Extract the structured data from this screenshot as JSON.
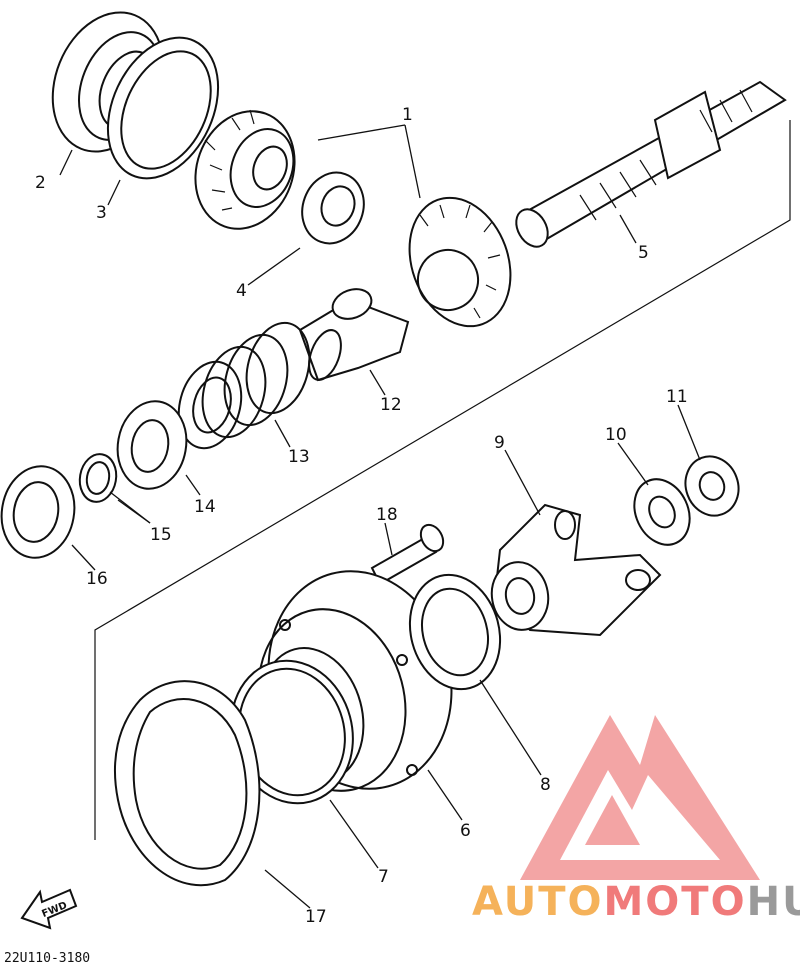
{
  "diagram": {
    "part_labels": {
      "p1": "1",
      "p2": "2",
      "p3": "3",
      "p4": "4",
      "p5": "5",
      "p6": "6",
      "p7": "7",
      "p8": "8",
      "p9": "9",
      "p10": "10",
      "p11": "11",
      "p12": "12",
      "p13": "13",
      "p14": "14",
      "p15": "15",
      "p16": "16",
      "p17": "17",
      "p18": "18"
    },
    "diagram_code": "22U110-3180",
    "fwd_label": "FWD"
  },
  "watermark": {
    "brand_part1": "AUTO",
    "brand_part2": "MOTO",
    "brand_part3": "HUB",
    "colors": {
      "orange": "#f5b25a",
      "red": "#f07a7a",
      "grey": "#9a9a9a",
      "logo": "#f08a8a"
    }
  }
}
